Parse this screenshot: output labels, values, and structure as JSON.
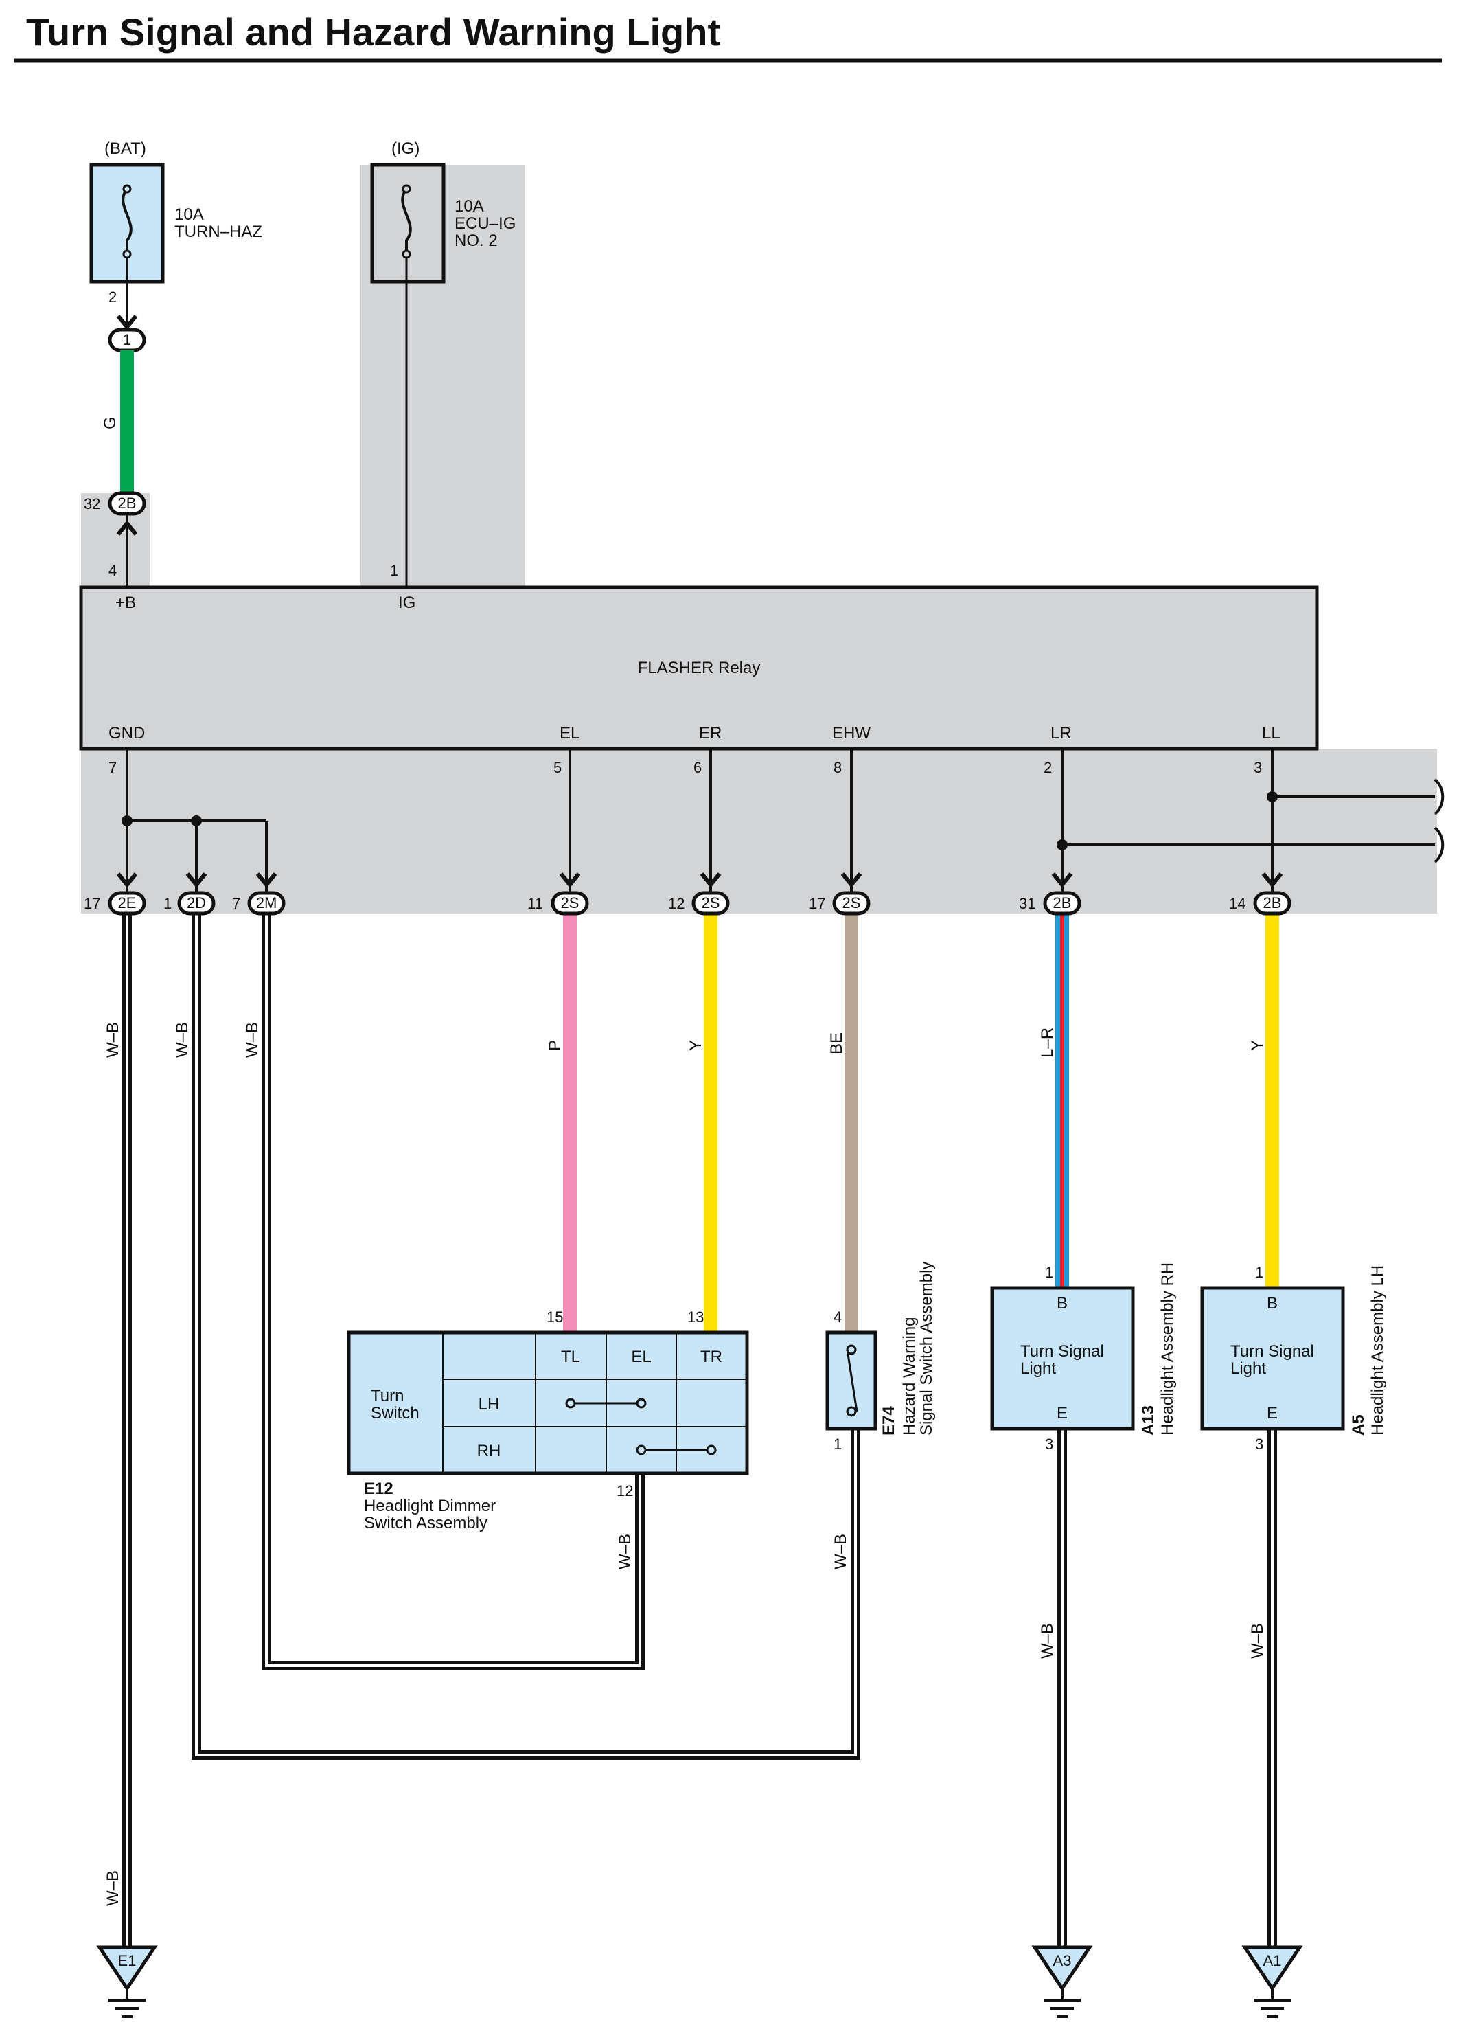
{
  "title": "Turn Signal and Hazard Warning Light",
  "colors": {
    "shade": "#d3d4d6",
    "component_fill": "#c8e6f8",
    "G": "#00a650",
    "P": "#f48cba",
    "Y": "#ffe100",
    "BE": "#b9a796",
    "L": "#1e9ad6",
    "R": "#e8212a",
    "W-B": "#111111"
  },
  "fuses": [
    {
      "source": "(BAT)",
      "amp": "10A",
      "name_lines": [
        "TURN–HAZ"
      ],
      "pin": "2"
    },
    {
      "source": "(IG)",
      "amp": "10A",
      "name_lines": [
        "ECU–IG",
        "NO. 2"
      ]
    }
  ],
  "inline_connectors": [
    {
      "pin": "1"
    },
    {
      "pin": "2B",
      "pin_no": "32",
      "relay_pin_no": "4"
    }
  ],
  "relay": {
    "name": "FLASHER Relay",
    "top_terminals": [
      {
        "label": "+B",
        "pin": "4"
      },
      {
        "label": "IG",
        "pin": "1"
      }
    ],
    "bottom_terminals": [
      {
        "label": "GND",
        "pin": "7"
      },
      {
        "label": "EL",
        "pin": "5"
      },
      {
        "label": "ER",
        "pin": "6"
      },
      {
        "label": "EHW",
        "pin": "8"
      },
      {
        "label": "LR",
        "pin": "2"
      },
      {
        "label": "LL",
        "pin": "3"
      }
    ]
  },
  "junction_connectors": [
    {
      "code": "2E",
      "pin": "17",
      "wire": "W–B"
    },
    {
      "code": "2D",
      "pin": "1",
      "wire": "W–B"
    },
    {
      "code": "2M",
      "pin": "7",
      "wire": "W–B"
    },
    {
      "code": "2S",
      "pin": "11",
      "wire": "P"
    },
    {
      "code": "2S",
      "pin": "12",
      "wire": "Y"
    },
    {
      "code": "2S",
      "pin": "17",
      "wire": "BE"
    },
    {
      "code": "2B",
      "pin": "31",
      "wire": "L–R"
    },
    {
      "code": "2B",
      "pin": "14",
      "wire": "Y"
    }
  ],
  "wire_G": "G",
  "turn_switch": {
    "label_lines": [
      "Turn",
      "Switch"
    ],
    "columns": [
      "TL",
      "EL",
      "TR"
    ],
    "rows": [
      "LH",
      "RH"
    ],
    "pin_tl": "15",
    "pin_tr": "13",
    "pin_ground": "12",
    "code": "E12",
    "name_lines": [
      "Headlight Dimmer",
      "Switch Assembly"
    ],
    "ground_wire": "W–B"
  },
  "hazard_switch": {
    "code": "E74",
    "name_lines": [
      "Hazard Warning",
      "Signal Switch Assembly"
    ],
    "pin_top": "4",
    "pin_bottom": "1",
    "ground_wire": "W–B"
  },
  "lights": [
    {
      "code": "A13",
      "name": "Headlight Assembly RH",
      "label_lines": [
        "Turn Signal",
        "Light"
      ],
      "top_terminal": "B",
      "bottom_terminal": "E",
      "pin_top": "1",
      "pin_bottom": "3",
      "ground_wire": "W–B"
    },
    {
      "code": "A5",
      "name": "Headlight Assembly LH",
      "label_lines": [
        "Turn Signal",
        "Light"
      ],
      "top_terminal": "B",
      "bottom_terminal": "E",
      "pin_top": "1",
      "pin_bottom": "3",
      "ground_wire": "W–B"
    }
  ],
  "grounds": [
    {
      "code": "E1",
      "wire": "W–B"
    },
    {
      "code": "A3"
    },
    {
      "code": "A1"
    }
  ]
}
